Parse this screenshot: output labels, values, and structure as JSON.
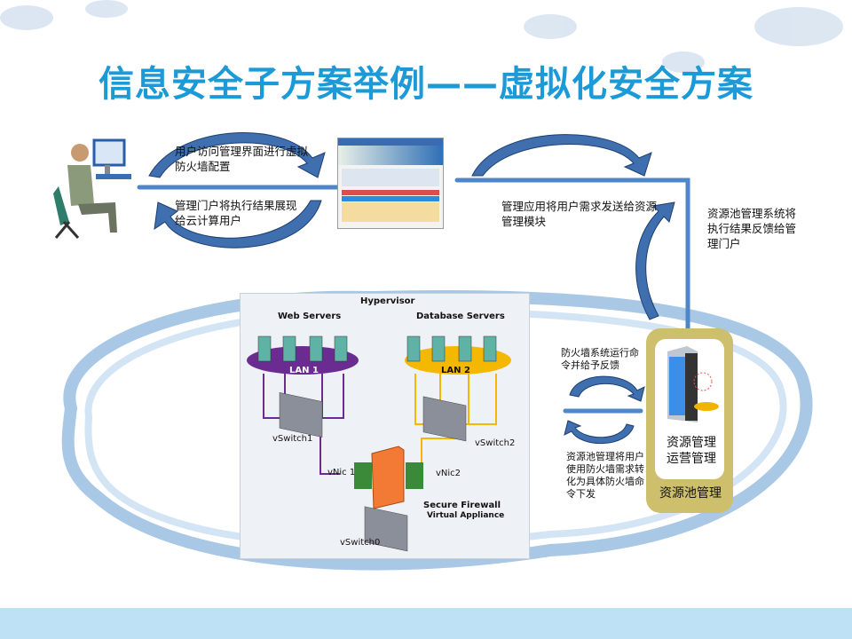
{
  "title": "信息安全子方案举例——虚拟化安全方案",
  "flow": {
    "user_to_portal": "用户访问管理界面进行虚拟防火墙配置",
    "portal_to_user": "管理门户将执行结果展现给云计算用户",
    "app_to_resource": "管理应用将用户需求发送给资源管理模块",
    "pool_feedback": "资源池管理系统将执行结果反馈给管理门户",
    "firewall_feedback": "防火墙系统运行命令并给予反馈",
    "pool_to_firewall": "资源池管理将用户使用防火墙需求转化为具体防火墙命令下发"
  },
  "pool": {
    "inner_label": "资源管理运营管理",
    "outer_label": "资源池管理"
  },
  "hypervisor": {
    "title": "Hypervisor",
    "web": "Web Servers",
    "db": "Database Servers",
    "lan1": "LAN 1",
    "lan2": "LAN 2",
    "vswitch1": "vSwitch1",
    "vswitch2": "vSwitch2",
    "vswitch0": "vSwitch0",
    "vnic1": "vNic 1",
    "vnic2": "vNic2",
    "fw": "Secure Firewall",
    "fw_sub": "Virtual Appliance"
  },
  "colors": {
    "accent": "#1c9ad8",
    "line": "#4f86c6",
    "lan1": "#6b2c91",
    "lan2": "#f5b800",
    "pool": "#cdbf6c"
  }
}
